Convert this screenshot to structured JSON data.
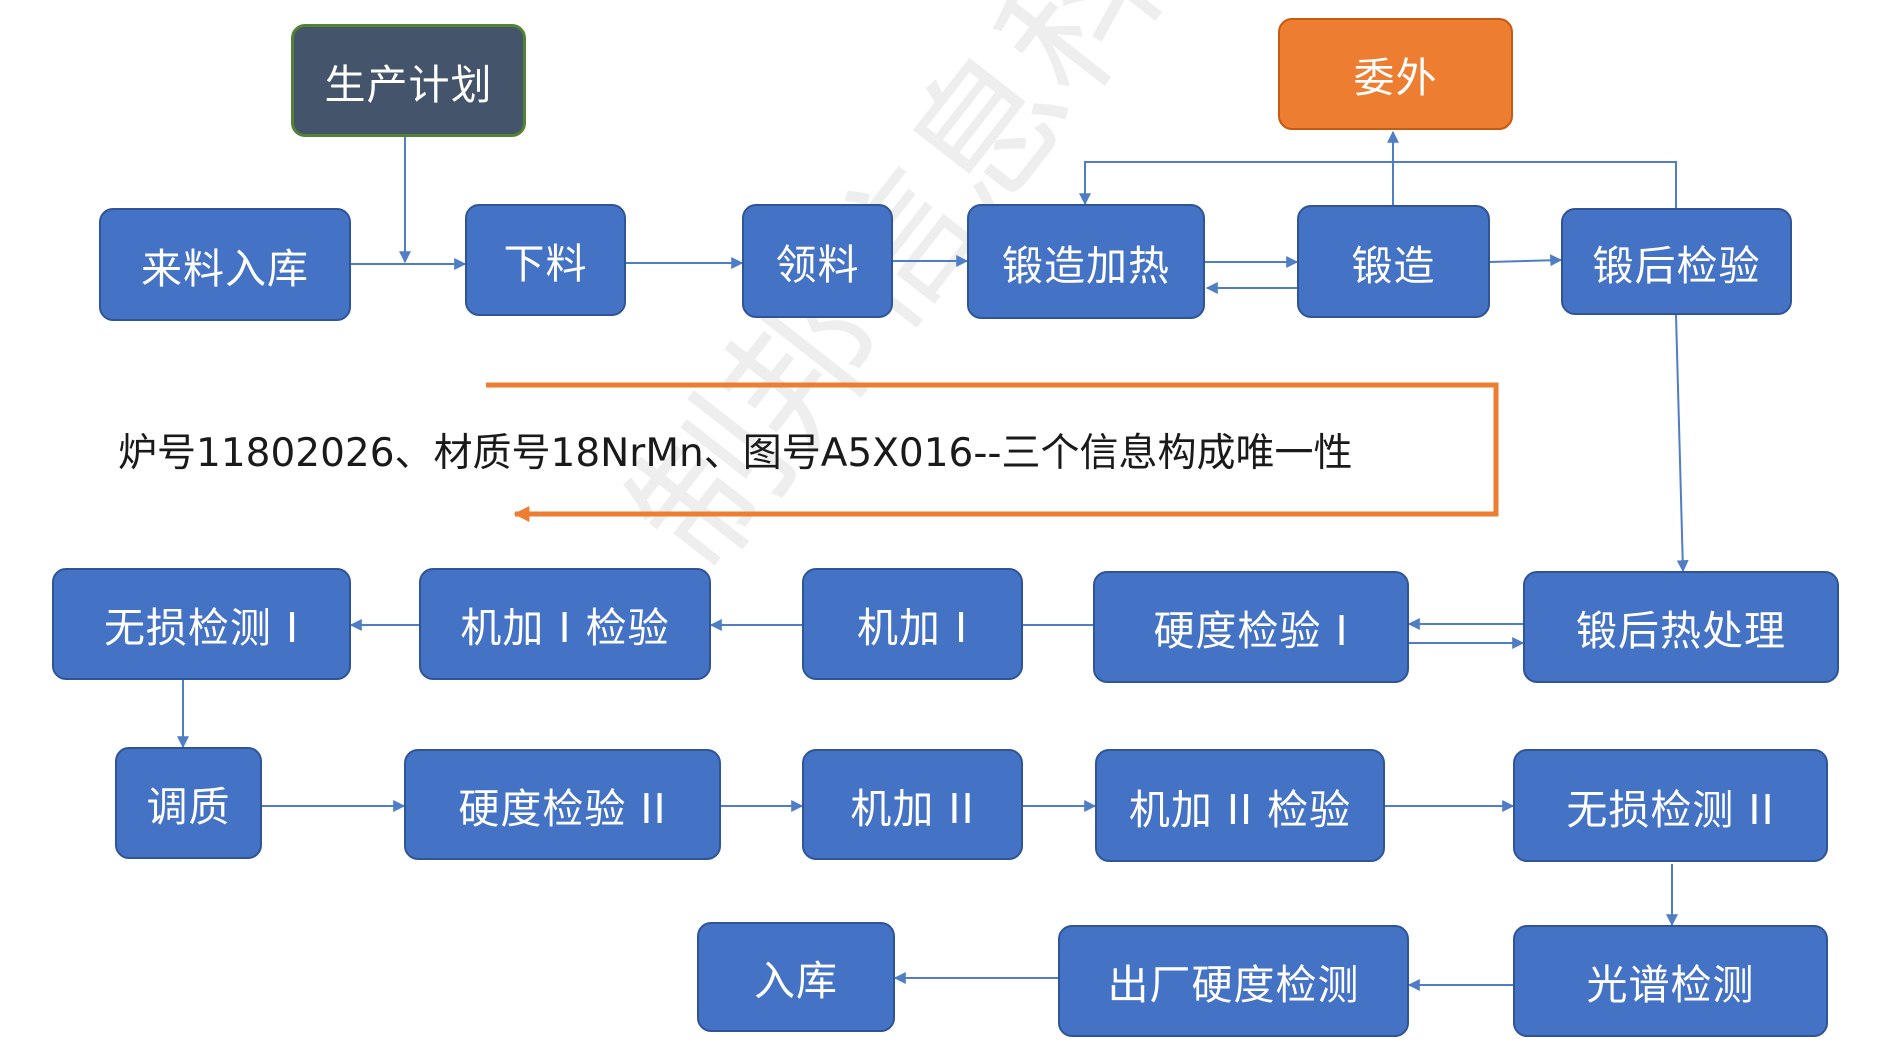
{
  "nodes": {
    "production_plan": "生产计划",
    "incoming_storage": "来料入库",
    "blanking": "下料",
    "material_pickup": "领料",
    "forge_heating": "锻造加热",
    "forging": "锻造",
    "outsource": "委外",
    "post_forge_inspection": "锻后检验",
    "post_forge_heat_treatment": "锻后热处理",
    "hardness_inspection_1": "硬度检验 I",
    "machining_1": "机加 I",
    "machining_1_inspection": "机加 I 检验",
    "ndt_1": "无损检测 I",
    "quench_temper": "调质",
    "hardness_inspection_2": "硬度检验 II",
    "machining_2": "机加 II",
    "machining_2_inspection": "机加 II 检验",
    "ndt_2": "无损检测 II",
    "spectral_test": "光谱检测",
    "final_hardness_test": "出厂硬度检测",
    "warehouse_in": "入库"
  },
  "note": "炉号11802026、材质号18NrMn、图号A5X016--三个信息构成唯一性",
  "watermark": "制邦信息科技",
  "colors": {
    "node_blue": "#4472c4",
    "node_border": "#2f5597",
    "plan_fill": "#44546a",
    "plan_border": "#548235",
    "outsource_fill": "#ed7d31",
    "arrow_blue": "#4f7ec4",
    "arrow_orange": "#ed7d31"
  }
}
